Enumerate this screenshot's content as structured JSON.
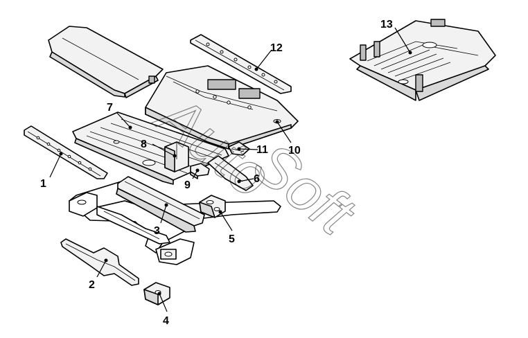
{
  "callouts": [
    "1",
    "2",
    "3",
    "4",
    "5",
    "6",
    "7",
    "8",
    "9",
    "10",
    "11",
    "12",
    "13"
  ],
  "watermark": {
    "line1": "Auto",
    "line2": "Soft"
  }
}
